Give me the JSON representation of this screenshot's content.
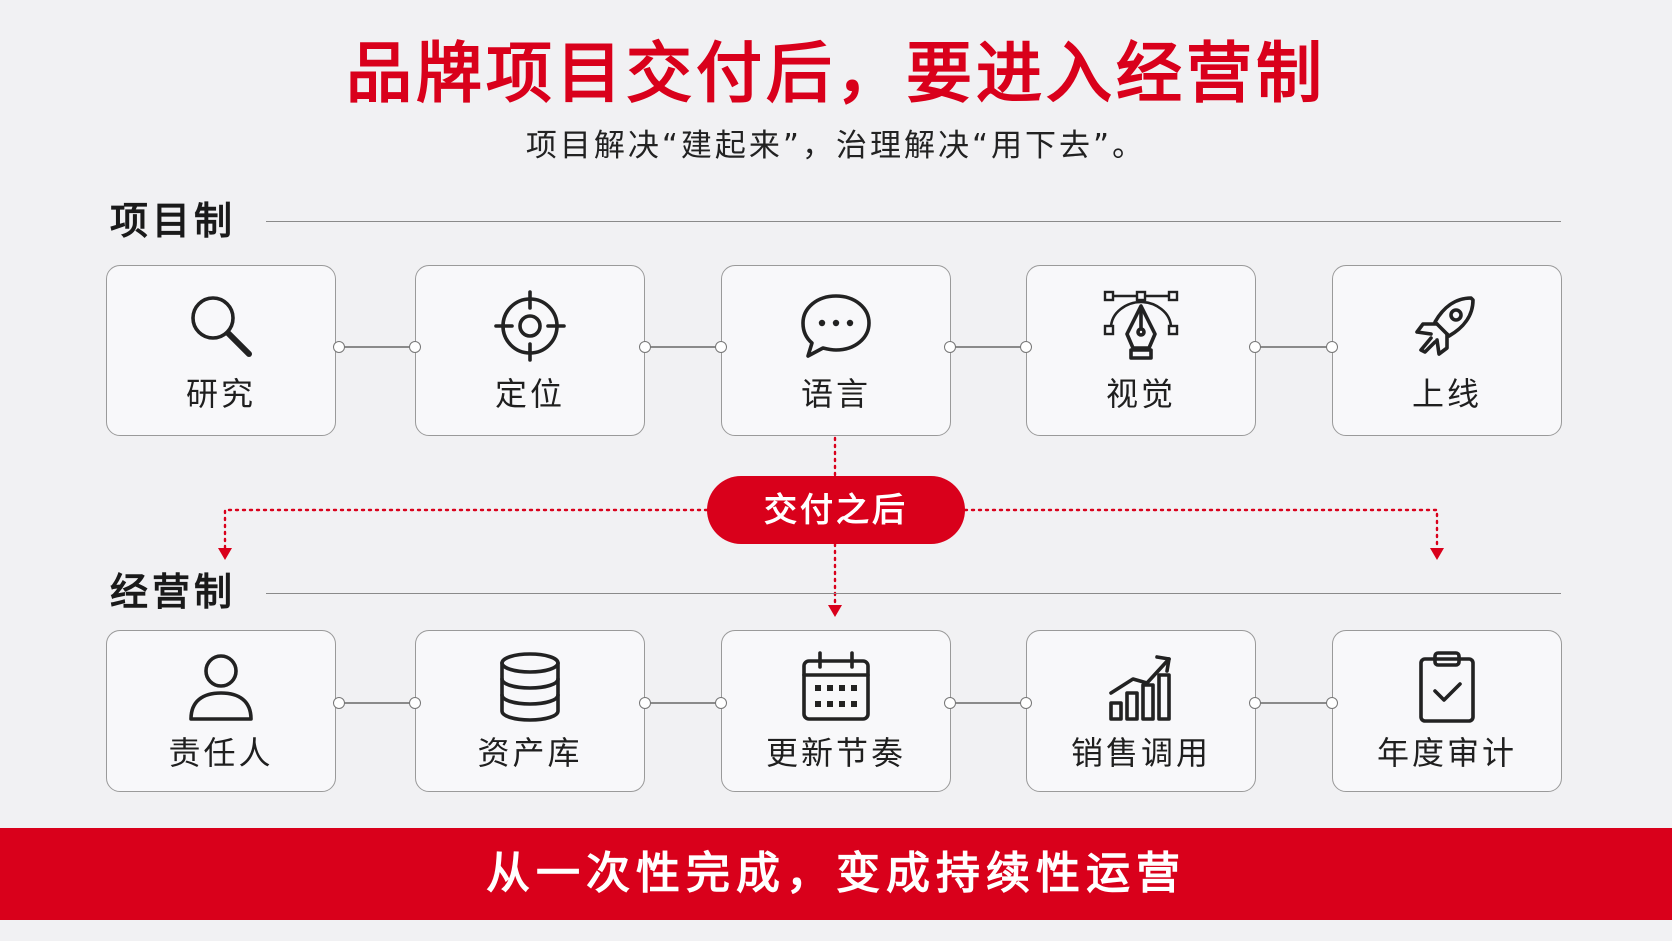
{
  "title": "品牌项目交付后，要进入经营制",
  "subtitle": "项目解决“建起来”，治理解决“用下去”。",
  "project_section": {
    "label": "项目制",
    "steps": [
      {
        "label": "研究",
        "icon": "magnifier-icon"
      },
      {
        "label": "定位",
        "icon": "crosshair-icon"
      },
      {
        "label": "语言",
        "icon": "speech-bubble-icon"
      },
      {
        "label": "视觉",
        "icon": "pen-tool-icon"
      },
      {
        "label": "上线",
        "icon": "rocket-icon"
      }
    ]
  },
  "transition": {
    "label": "交付之后"
  },
  "operation_section": {
    "label": "经营制",
    "steps": [
      {
        "label": "责任人",
        "icon": "person-icon"
      },
      {
        "label": "资产库",
        "icon": "database-icon"
      },
      {
        "label": "更新节奏",
        "icon": "calendar-icon"
      },
      {
        "label": "销售调用",
        "icon": "growth-chart-icon"
      },
      {
        "label": "年度审计",
        "icon": "clipboard-check-icon"
      }
    ]
  },
  "banner": "从一次性完成，变成持续性运营",
  "colors": {
    "accent": "#d9001b",
    "background": "#f1f1f3",
    "text": "#222222"
  }
}
